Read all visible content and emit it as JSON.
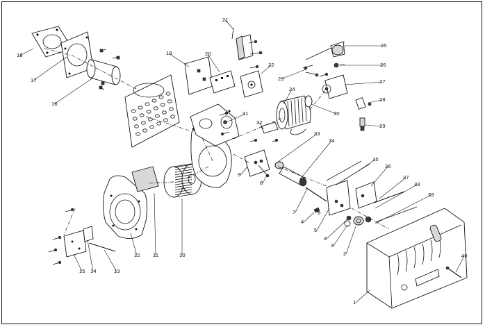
{
  "diagram": {
    "labels": [
      "1",
      "2",
      "3",
      "4",
      "4",
      "5",
      "6",
      "7",
      "8",
      "9",
      "10",
      "11",
      "12",
      "13",
      "14",
      "15",
      "16",
      "17",
      "18",
      "19",
      "20",
      "21",
      "22",
      "23",
      "24",
      "25",
      "26",
      "27",
      "28",
      "29",
      "30",
      "31",
      "32",
      "33",
      "34",
      "35",
      "36",
      "37",
      "38",
      "39",
      "40"
    ]
  }
}
